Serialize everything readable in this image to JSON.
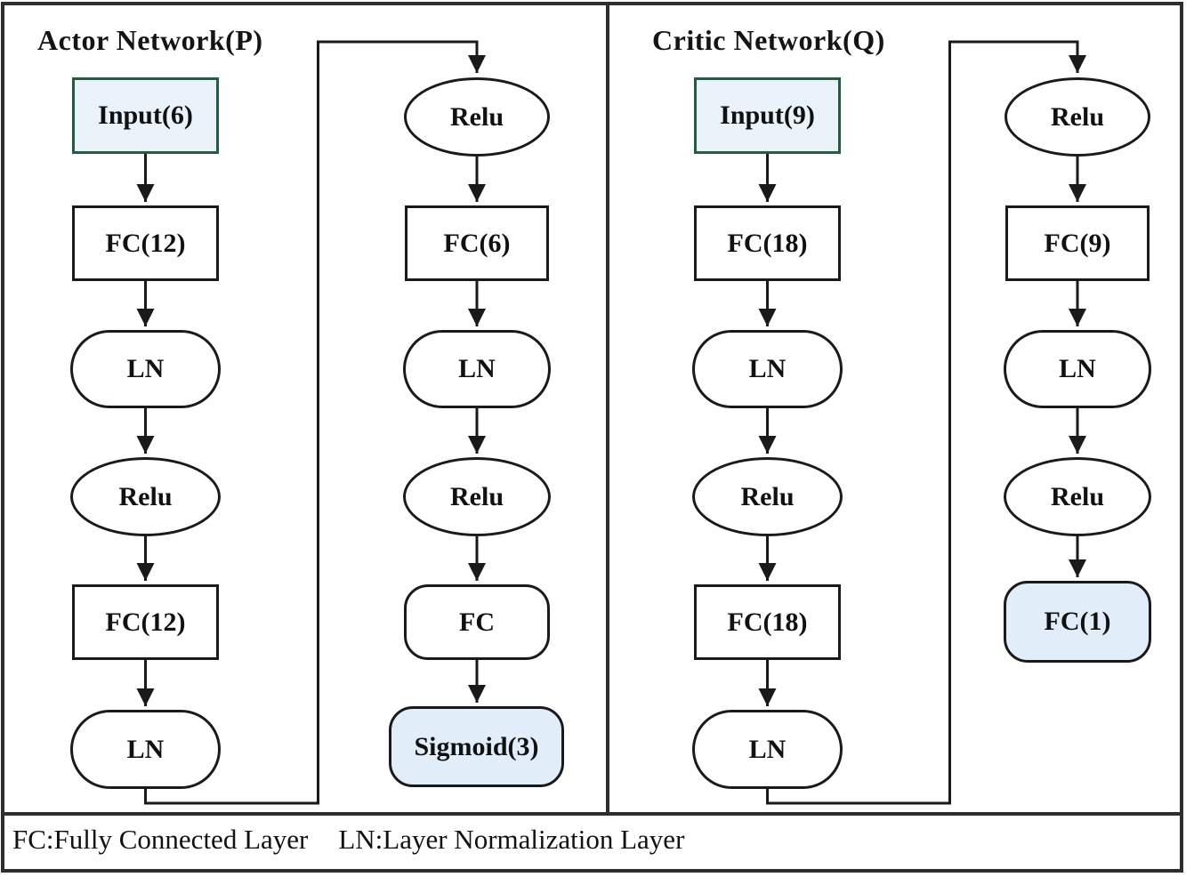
{
  "actor": {
    "title": "Actor Network(P)",
    "col1": [
      {
        "label": "Input(6)"
      },
      {
        "label": "FC(12)"
      },
      {
        "label": "LN"
      },
      {
        "label": "Relu"
      },
      {
        "label": "FC(12)"
      },
      {
        "label": "LN"
      }
    ],
    "col2": [
      {
        "label": "Relu"
      },
      {
        "label": "FC(6)"
      },
      {
        "label": "LN"
      },
      {
        "label": "Relu"
      },
      {
        "label": "FC"
      },
      {
        "label": "Sigmoid(3)"
      }
    ]
  },
  "critic": {
    "title": "Critic Network(Q)",
    "col1": [
      {
        "label": "Input(9)"
      },
      {
        "label": "FC(18)"
      },
      {
        "label": "LN"
      },
      {
        "label": "Relu"
      },
      {
        "label": "FC(18)"
      },
      {
        "label": "LN"
      }
    ],
    "col2": [
      {
        "label": "Relu"
      },
      {
        "label": "FC(9)"
      },
      {
        "label": "LN"
      },
      {
        "label": "Relu"
      },
      {
        "label": "FC(1)"
      }
    ]
  },
  "legend": {
    "fc_label": "FC:Fully Connected Layer",
    "ln_label": "LN:Layer Normalization Layer"
  },
  "colors": {
    "line": "#1a1a1a",
    "frame": "#2e2e2e",
    "input_fill": "#eaf2fa",
    "input_border": "#235c3f",
    "output_fill": "#e1eefa"
  }
}
